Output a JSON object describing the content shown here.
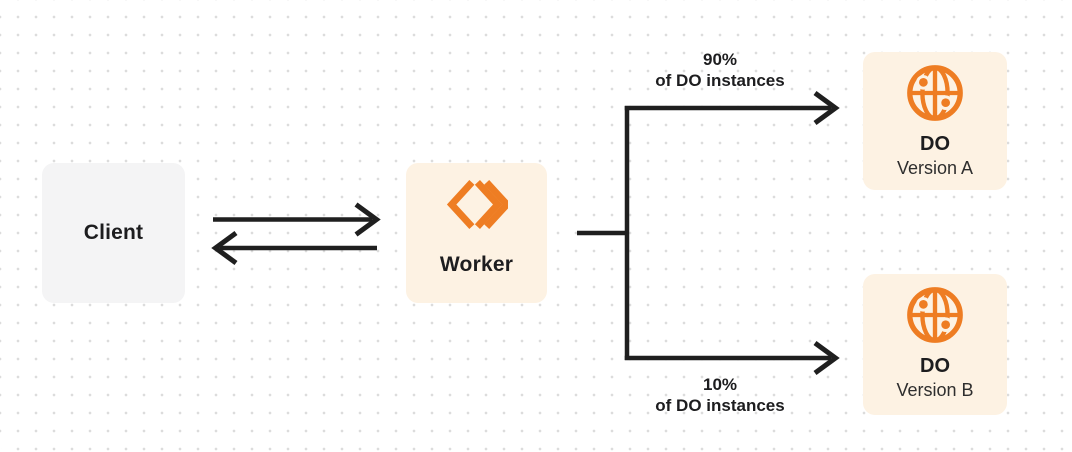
{
  "theme": {
    "bg": "#ffffff",
    "dot": "#dcdcdc",
    "line": "#1f1f1f",
    "text": "#1d1d1f",
    "subtext": "#2e2e2e",
    "orange": "#ee7d23",
    "cream": "#fdf2e3",
    "gray": "#f4f4f5"
  },
  "nodes": {
    "client": {
      "label": "Client"
    },
    "worker": {
      "label": "Worker",
      "icon": "worker-double-chevron-icon"
    },
    "do_a": {
      "title": "DO",
      "subtitle": "Version A",
      "icon": "globe-icon"
    },
    "do_b": {
      "title": "DO",
      "subtitle": "Version B",
      "icon": "globe-icon"
    }
  },
  "edges": {
    "client_worker": {
      "type": "bidirectional-arrows"
    },
    "top_branch": {
      "label_percent": "90%",
      "label_text": "of DO instances"
    },
    "bottom_branch": {
      "label_percent": "10%",
      "label_text": "of DO instances"
    }
  }
}
